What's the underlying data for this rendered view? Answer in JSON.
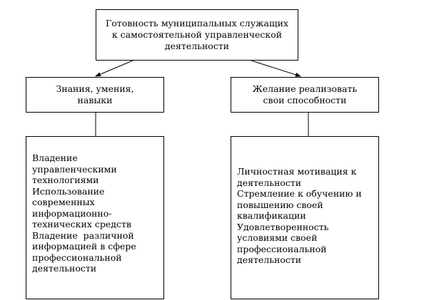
{
  "root": {
    "lines": [
      "Готовность муниципальных служащих",
      "к самостоятельной управленческой",
      "деятельности"
    ]
  },
  "left_branch": {
    "header_lines": [
      "Знания, умения,",
      "навыки"
    ],
    "detail_lines": [
      "Владение",
      "управленческими",
      "технологиями",
      "Использование",
      "современных",
      "информационно-",
      "технических средств",
      "Владение  различной",
      "информацией в сфере",
      "профессиональной",
      "деятельности"
    ]
  },
  "right_branch": {
    "header_lines": [
      "Желание реализовать",
      "свои способности"
    ],
    "detail_lines": [
      "Личностная мотивация к",
      "деятельности",
      "Стремление к обучению и",
      "повышению своей",
      "квалификации",
      "Удовлетворенность",
      "условиями своей",
      "профессиональной",
      "деятельности"
    ]
  },
  "colors": {
    "stroke": "#000000",
    "background": "#ffffff"
  }
}
